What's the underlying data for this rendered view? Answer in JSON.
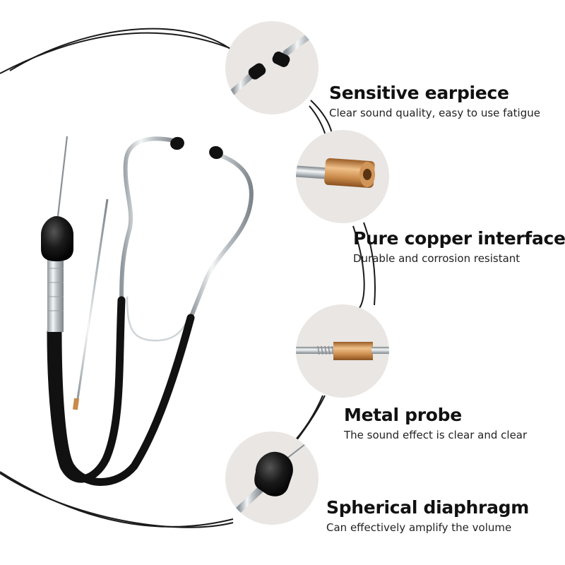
{
  "features": [
    {
      "title": "Sensitive earpiece",
      "desc": "Clear sound quality, easy to use fatigue",
      "icon": "earpiece-closeup"
    },
    {
      "title": "Pure copper interface",
      "desc": "Durable and corrosion resistant",
      "icon": "copper-interface-closeup"
    },
    {
      "title": "Metal probe",
      "desc": "The sound effect is clear and clear",
      "icon": "metal-probe-closeup"
    },
    {
      "title": "Spherical diaphragm",
      "desc": "Can effectively amplify the volume",
      "icon": "spherical-diaphragm-closeup"
    }
  ],
  "colors": {
    "background": "#ffffff",
    "circle_fill": "#e9e6e3",
    "arc_line": "#1a1a1a",
    "copper": "#c98a4a",
    "tube": "#111111",
    "chrome": "#d8dcdf"
  }
}
